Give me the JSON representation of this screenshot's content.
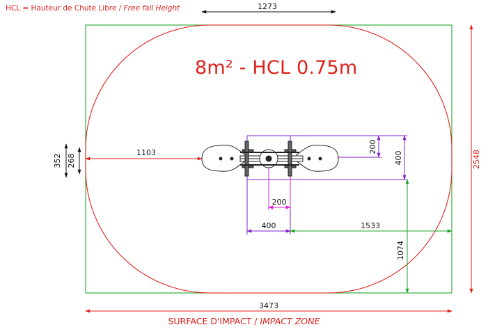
{
  "legend": {
    "french": "HCL = Hauteur de Chute Libre / ",
    "english": "Free fall Height"
  },
  "headline": "8m² - HCL 0.75m",
  "zone_label": {
    "french": "SURFACE D'IMPACT / ",
    "english": "IMPACT ZONE"
  },
  "dimensions": {
    "top_width": "1273",
    "bottom_width": "3473",
    "right_height": "2548",
    "left_outer": "352",
    "left_inner": "268",
    "left_gap": "1103",
    "equipment_height": "400",
    "equipment_half": "200",
    "post_span": "200",
    "base_width": "400",
    "right_gap": "1533",
    "bottom_gap": "1074"
  },
  "colors": {
    "frame": "#1fa52a",
    "impact_zone": "#e0201a",
    "dimension_black": "#111111",
    "dimension_purple": "#7f22c9",
    "dimension_magenta": "#d61fd6",
    "dimension_green": "#1fa52a",
    "equipment": "#222222"
  }
}
